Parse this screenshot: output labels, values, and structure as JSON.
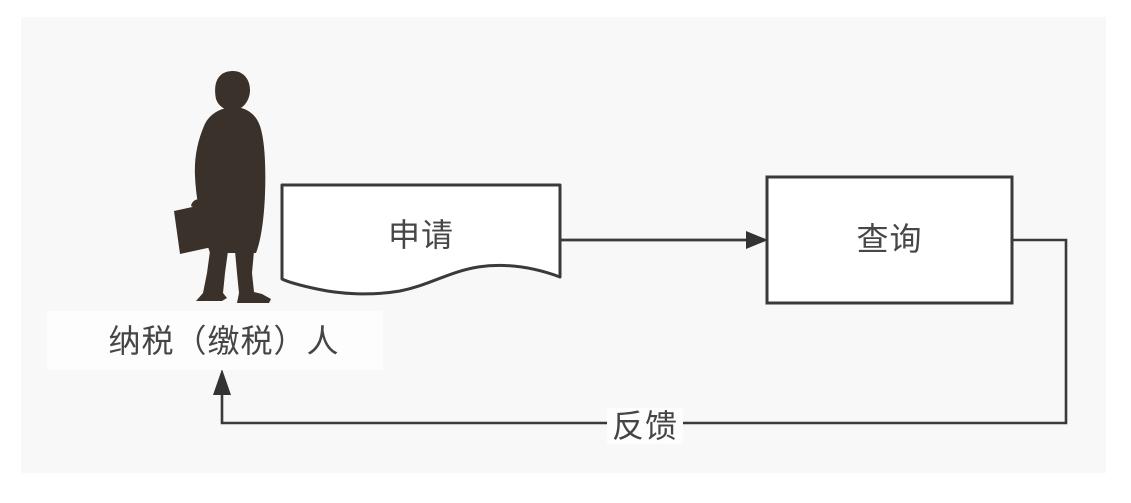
{
  "diagram": {
    "actor": {
      "label": "纳税（缴税）人",
      "icon": "businessman-silhouette-icon"
    },
    "nodes": [
      {
        "id": "application",
        "type": "document",
        "label": "申请"
      },
      {
        "id": "query",
        "type": "process",
        "label": "查询"
      }
    ],
    "edges": [
      {
        "from": "application",
        "to": "query",
        "label": ""
      },
      {
        "from": "query",
        "to": "taxpayer",
        "label": "反馈"
      }
    ]
  },
  "colors": {
    "page_bg": "#ffffff",
    "panel_bg": "#f8f8f8",
    "shape_fill": "#ffffff",
    "line": "#3a3a3a",
    "text": "#474747",
    "silhouette": "#3a312a",
    "label_bg": "#fdfdfd"
  }
}
